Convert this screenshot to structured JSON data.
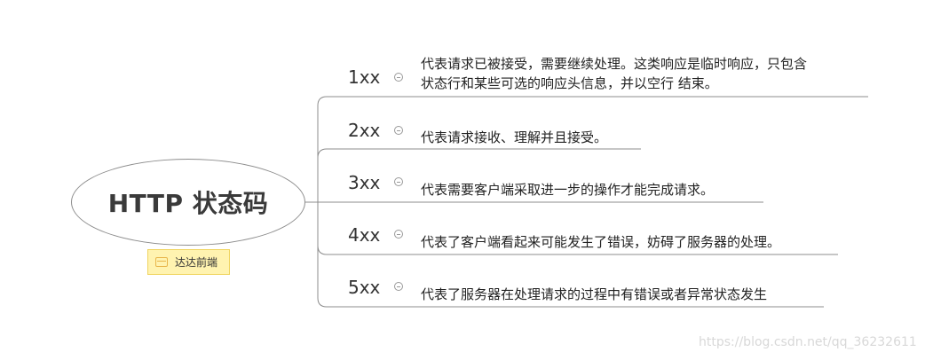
{
  "root": {
    "title": "HTTP 状态码",
    "label": "达达前端"
  },
  "branches": [
    {
      "code": "1xx",
      "lines": [
        "代表请求已被接受，需要继续处理。这类响应是临时响应，只包含",
        "状态行和某些可选的响应头信息，并以空行 结束。"
      ]
    },
    {
      "code": "2xx",
      "lines": [
        "代表请求接收、理解并且接受。"
      ]
    },
    {
      "code": "3xx",
      "lines": [
        "代表需要客户端采取进一步的操作才能完成请求。"
      ]
    },
    {
      "code": "4xx",
      "lines": [
        "代表了客户端看起来可能发生了错误，妨碍了服务器的处理。"
      ]
    },
    {
      "code": "5xx",
      "lines": [
        "代表了服务器在处理请求的过程中有错误或者异常状态发生"
      ]
    }
  ],
  "watermark": "https://blog.csdn.net/qq_36232611",
  "colors": {
    "line": "#8c8c8c",
    "label_bg": "#fff3b0",
    "label_border": "#f0d560",
    "label_icon": "#e8b54a"
  },
  "icons": {
    "collapse": "collapse-minus-icon",
    "label": "note-icon"
  }
}
